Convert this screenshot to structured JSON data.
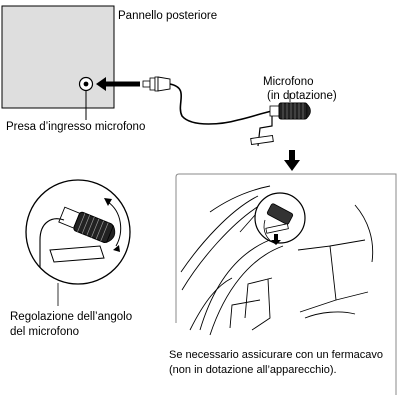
{
  "labels": {
    "rear_panel": "Pannello posteriore",
    "microphone_line1": "Microfono",
    "microphone_line2": "(in dotazione)",
    "mic_input_jack": "Presa d’ingresso microfono",
    "angle_adjust_line1": "Regolazione dell’angolo",
    "angle_adjust_line2": "del microfono",
    "clamp_note_line1": "Se necessario assicurare con un fermacavo",
    "clamp_note_line2": "(non in dotazione all’apparecchio)."
  },
  "colors": {
    "panel_fill": "#dedede",
    "line": "#000000",
    "background": "#ffffff"
  }
}
